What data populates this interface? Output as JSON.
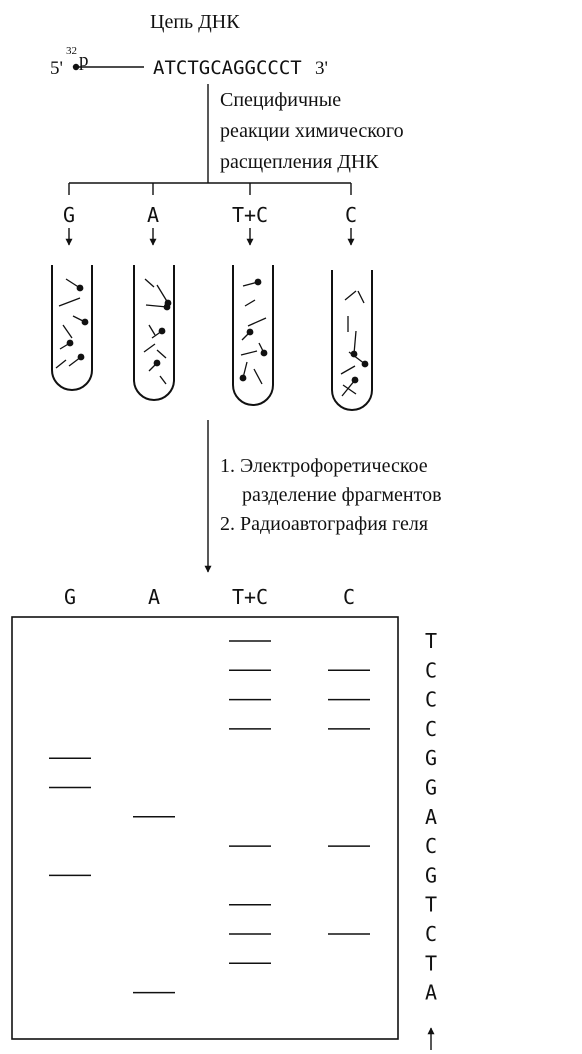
{
  "header": {
    "title": "Цепь ДНК",
    "label_32": "32",
    "label_p": "p",
    "five_prime": "5'",
    "sequence": "ATCTGCAGGCCCT",
    "three_prime": "3'"
  },
  "step1": {
    "lines": [
      "Специфичные",
      "реакции химического",
      "расщепления ДНК"
    ]
  },
  "reactions": [
    "G",
    "A",
    "T+C",
    "C"
  ],
  "step2": {
    "lines": [
      "1. Электрофоретическое",
      "разделение фрагментов",
      "2. Радиоавтография геля"
    ]
  },
  "gel": {
    "lanes": [
      "G",
      "A",
      "T+C",
      "C"
    ],
    "read_sequence": [
      "T",
      "C",
      "C",
      "C",
      "G",
      "G",
      "A",
      "C",
      "G",
      "T",
      "C",
      "T",
      "A"
    ]
  }
}
